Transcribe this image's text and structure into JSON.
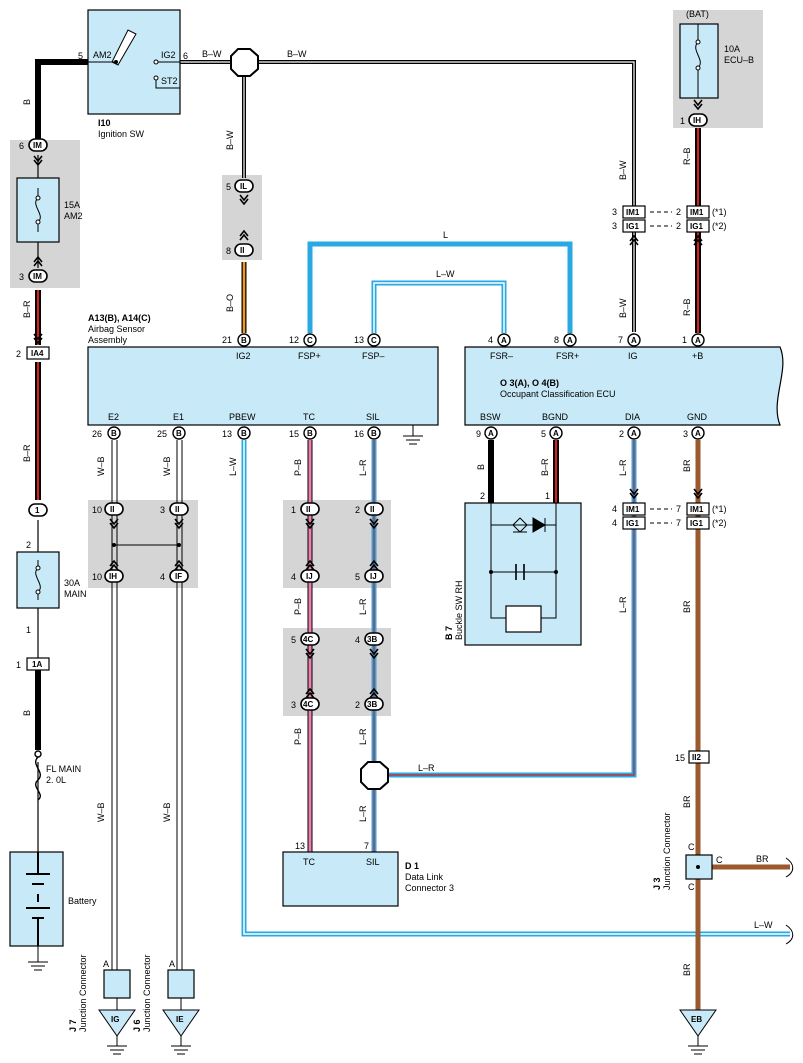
{
  "components": {
    "ignition_sw": {
      "id": "I10",
      "name": "Ignition SW",
      "am2": "AM2",
      "ig2": "IG2",
      "st2": "ST2",
      "pin_am2": "5",
      "pin_ig2": "6"
    },
    "fuse_am2": {
      "rating": "15A",
      "name": "AM2"
    },
    "fuse_main": {
      "rating": "30A",
      "name": "MAIN"
    },
    "fuse_ecub": {
      "bat": "(BAT)",
      "rating": "10A",
      "name": "ECU–B"
    },
    "fl_main": {
      "name": "FL MAIN",
      "size": "2. 0L"
    },
    "battery": {
      "name": "Battery"
    },
    "airbag": {
      "id": "A13(B), A14(C)",
      "name1": "Airbag Sensor",
      "name2": "Assembly",
      "top_pins": [
        {
          "num": "21",
          "letter": "B",
          "label": "IG2"
        },
        {
          "num": "12",
          "letter": "C",
          "label": "FSP+"
        },
        {
          "num": "13",
          "letter": "C",
          "label": "FSP–"
        }
      ],
      "bottom_pins": [
        {
          "num": "26",
          "letter": "B",
          "label": "E2"
        },
        {
          "num": "25",
          "letter": "B",
          "label": "E1"
        },
        {
          "num": "13",
          "letter": "B",
          "label": "PBEW"
        },
        {
          "num": "15",
          "letter": "B",
          "label": "TC"
        },
        {
          "num": "16",
          "letter": "B",
          "label": "SIL"
        }
      ]
    },
    "occ_ecu": {
      "id": "O 3(A), O 4(B)",
      "name": "Occupant Classification ECU",
      "top_pins": [
        {
          "num": "4",
          "letter": "A",
          "label": "FSR–"
        },
        {
          "num": "8",
          "letter": "A",
          "label": "FSR+"
        },
        {
          "num": "7",
          "letter": "A",
          "label": "IG"
        },
        {
          "num": "1",
          "letter": "A",
          "label": "+B"
        }
      ],
      "bottom_pins": [
        {
          "num": "9",
          "letter": "A",
          "label": "BSW"
        },
        {
          "num": "5",
          "letter": "A",
          "label": "BGND"
        },
        {
          "num": "2",
          "letter": "A",
          "label": "DIA"
        },
        {
          "num": "3",
          "letter": "A",
          "label": "GND"
        }
      ]
    },
    "buckle": {
      "id": "B 7",
      "name": "Buckle SW RH",
      "pin2": "2",
      "pin1": "1"
    },
    "dlc": {
      "id": "D 1",
      "name1": "Data Link",
      "name2": "Connector 3",
      "tc": "TC",
      "sil": "SIL",
      "pin_tc": "13",
      "pin_sil": "7"
    },
    "j3": {
      "id": "J 3",
      "name": "Junction Connector",
      "c": "C"
    },
    "j7": {
      "id": "J 7",
      "name": "Junction Connector",
      "a": "A"
    },
    "j6": {
      "id": "J 6",
      "name": "Junction Connector",
      "a": "A"
    }
  },
  "grounds": [
    "IG",
    "IE",
    "EB"
  ],
  "wire_colors": {
    "b_w": "B–W",
    "b": "B",
    "b_r": "B–R",
    "b_o": "B–O",
    "l": "L",
    "l_w": "L–W",
    "r_b": "R–B",
    "w_b": "W–B",
    "p_b": "P–B",
    "l_r": "L–R",
    "br": "BR"
  },
  "connectors": {
    "im": "IM",
    "ia4": "IA4",
    "ia": "1A",
    "il": "IL",
    "ii": "II",
    "ih": "IH",
    "if": "IF",
    "ij": "IJ",
    "c4": "4C",
    "b3": "3B",
    "im1": "IM1",
    "ig1": "IG1",
    "i2": "II2",
    "one": "1"
  },
  "notes": {
    "n1": "(*1)",
    "n2": "(*2)"
  },
  "colors": {
    "lightblue": "#29a9e1",
    "box": "#c8e9f7",
    "gray": "#d5d5d5",
    "red": "#e01b1b",
    "pink": "#ef7fb0",
    "orange": "#f39a1d",
    "brown": "#9a5a2e"
  }
}
